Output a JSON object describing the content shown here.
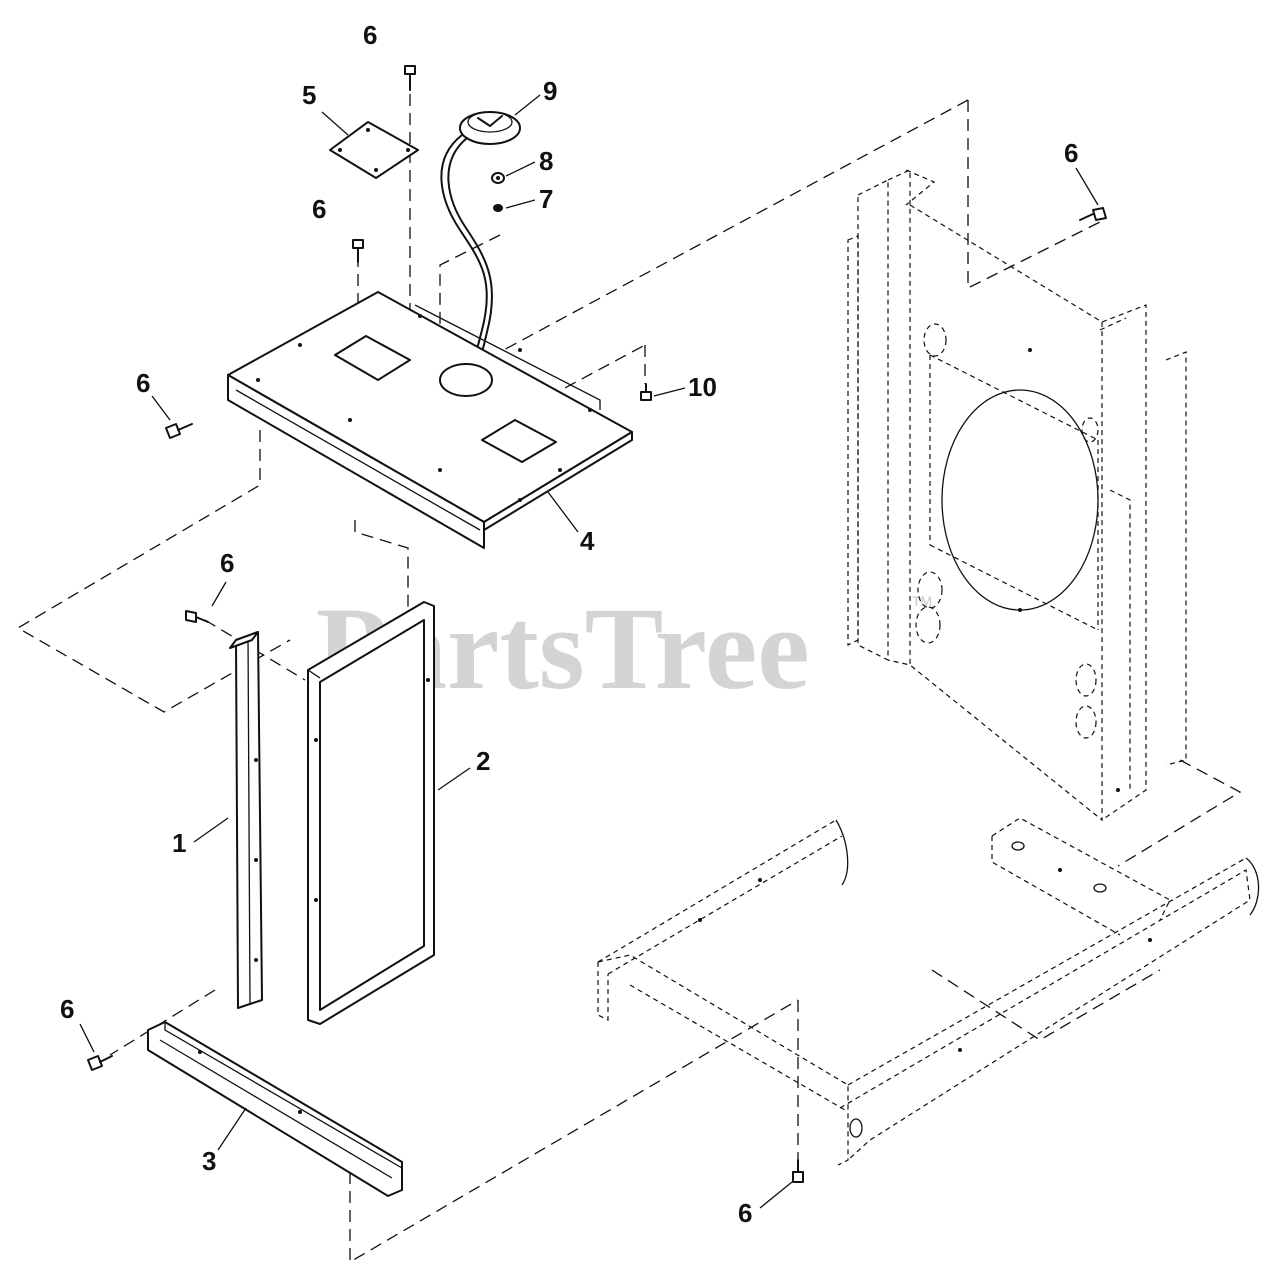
{
  "diagram": {
    "callouts": [
      {
        "id": "c6a",
        "text": "6"
      },
      {
        "id": "c5",
        "text": "5"
      },
      {
        "id": "c9",
        "text": "9"
      },
      {
        "id": "c8",
        "text": "8"
      },
      {
        "id": "c7",
        "text": "7"
      },
      {
        "id": "c6b",
        "text": "6"
      },
      {
        "id": "c6c",
        "text": "6"
      },
      {
        "id": "c10",
        "text": "10"
      },
      {
        "id": "c4",
        "text": "4"
      },
      {
        "id": "c6d",
        "text": "6"
      },
      {
        "id": "c2",
        "text": "2"
      },
      {
        "id": "c1",
        "text": "1"
      },
      {
        "id": "c6e",
        "text": "6"
      },
      {
        "id": "c3",
        "text": "3"
      },
      {
        "id": "c6f",
        "text": "6"
      },
      {
        "id": "c6g",
        "text": "6"
      }
    ],
    "watermark": {
      "text": "PartsTree",
      "trademark": "TM"
    }
  }
}
